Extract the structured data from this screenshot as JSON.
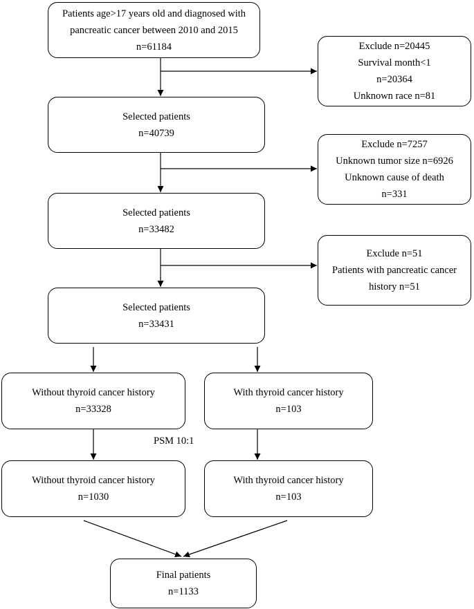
{
  "boxes": {
    "start": {
      "lines": [
        "Patients age>17 years old and diagnosed with",
        "pancreatic cancer between 2010 and 2015",
        "n=61184"
      ]
    },
    "selected_1": {
      "lines": [
        "Selected patients",
        "n=40739"
      ]
    },
    "selected_2": {
      "lines": [
        "Selected patients",
        "n=33482"
      ]
    },
    "selected_3": {
      "lines": [
        "Selected patients",
        "n=33431"
      ]
    },
    "without_thyroid_before": {
      "lines": [
        "Without thyroid cancer history",
        "n=33328"
      ]
    },
    "with_thyroid_before": {
      "lines": [
        "With thyroid cancer history",
        "n=103"
      ]
    },
    "without_thyroid_after": {
      "lines": [
        "Without thyroid cancer history",
        "n=1030"
      ]
    },
    "with_thyroid_after": {
      "lines": [
        "With thyroid cancer history",
        "n=103"
      ]
    },
    "final": {
      "lines": [
        "Final patients",
        "n=1133"
      ]
    }
  },
  "exclusions": {
    "exclude_1": {
      "lines": [
        "Exclude n=20445",
        "Survival month<1",
        "n=20364",
        "Unknown race n=81"
      ]
    },
    "exclude_2": {
      "lines": [
        "Exclude n=7257",
        "Unknown tumor size n=6926",
        "Unknown cause of death",
        "n=331"
      ]
    },
    "exclude_3": {
      "lines": [
        "Exclude n=51",
        "Patients with pancreatic cancer",
        "history n=51"
      ]
    }
  },
  "psm_label": "PSM 10:1"
}
